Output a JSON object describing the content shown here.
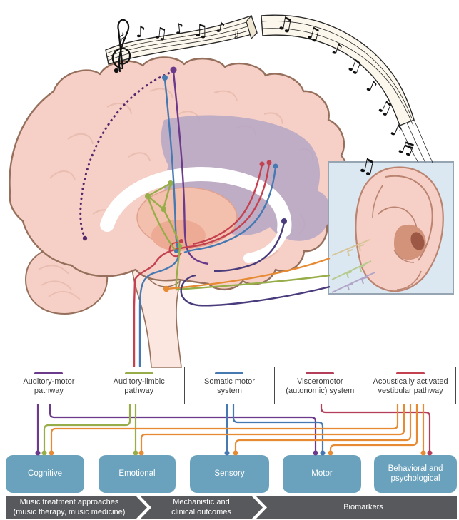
{
  "colors": {
    "purple": "#6b3a8a",
    "deep_purple": "#55286b",
    "green": "#97ad49",
    "blue": "#4679b2",
    "crimson": "#b43f5b",
    "red": "#c4414f",
    "orange": "#e68a33",
    "indigo": "#4a3b7c",
    "tan_faded": "#d8c49b",
    "green_faded": "#b7cb8e",
    "purple_faded": "#b2a5c8",
    "teal": "#6aa2bd",
    "bar_gray": "#58595d",
    "panel_blue": "#dbe8f2",
    "panel_border": "#97a5b3",
    "brain_pink": "#f6d0c6",
    "brain_outline": "#96705c",
    "gyri": "#e9bdb0",
    "stem_pink": "#fbe7e0",
    "patch_lavender": "#b2a4c5",
    "inner_pink": "#f3c0ad",
    "ear_line": "#bb8471",
    "concha": "#d3937b",
    "canal": "#9c5845",
    "ink": "#2a2a2a"
  },
  "legend": {
    "items": [
      {
        "label": "Auditory-motor\npathway",
        "color_key": "purple"
      },
      {
        "label": "Auditory-limbic\npathway",
        "color_key": "green"
      },
      {
        "label": "Somatic motor\nsystem",
        "color_key": "blue"
      },
      {
        "label": "Visceromotor\n(autonomic) system",
        "color_key": "crimson"
      },
      {
        "label": "Acoustically activated\nvestibular pathway",
        "color_key": "red"
      }
    ]
  },
  "outcomes": {
    "items": [
      "Cognitive",
      "Emotional",
      "Sensory",
      "Motor",
      "Behavioral and\npsychological"
    ]
  },
  "process_bar": {
    "segments": [
      "Music treatment approaches\n(music therapy, music medicine)",
      "Mechanistic and\nclinical outcomes",
      "Biomarkers"
    ]
  },
  "music": {
    "notes": [
      "♯",
      "♪",
      "♫",
      "♪",
      "♫",
      "♪",
      "♯",
      "♫",
      "♫",
      "♪",
      "♫",
      "♪",
      "♫",
      "♪",
      "♬",
      "♫"
    ]
  }
}
